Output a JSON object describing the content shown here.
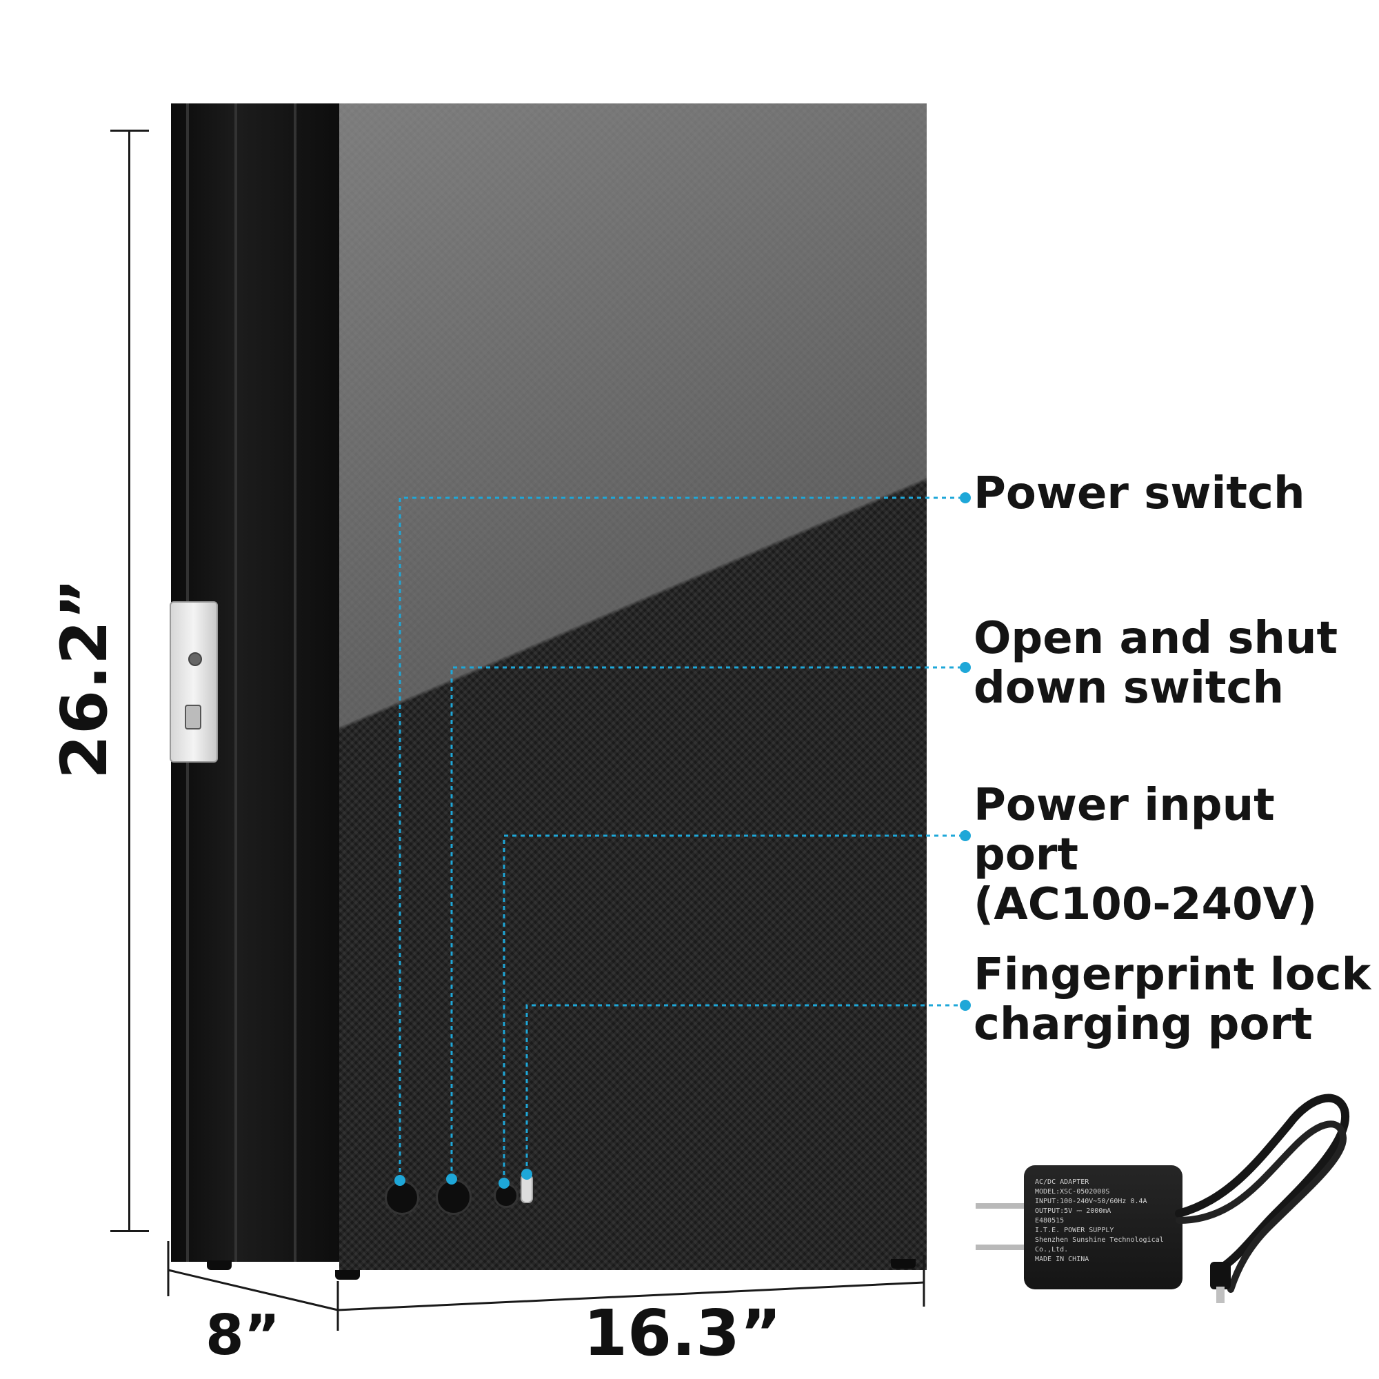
{
  "dimensions": {
    "height": "26.2”",
    "depth": "8”",
    "width": "16.3”"
  },
  "callouts": [
    {
      "label": "Power switch"
    },
    {
      "label": "Open and shut\ndown switch"
    },
    {
      "label": "Power input port\n(AC100-240V)"
    },
    {
      "label": "Fingerprint lock\ncharging port"
    }
  ],
  "adapter_label": "AC/DC ADAPTER\nMODEL:XSC-0502000S\nINPUT:100-240V~50/60Hz 0.4A\nOUTPUT:5V ⎓ 2000mA\nE480515\nI.T.E. POWER SUPPLY\nShenzhen Sunshine Technological Co.,Ltd.\nMADE IN CHINA",
  "colors": {
    "callout_line": "#1ea7d8",
    "text": "#141414",
    "cabinet": "#1b1b1b"
  },
  "icons": [
    "lock-key-icon",
    "fingerprint-icon",
    "power-rocker-icon",
    "usb-c-port-icon"
  ]
}
